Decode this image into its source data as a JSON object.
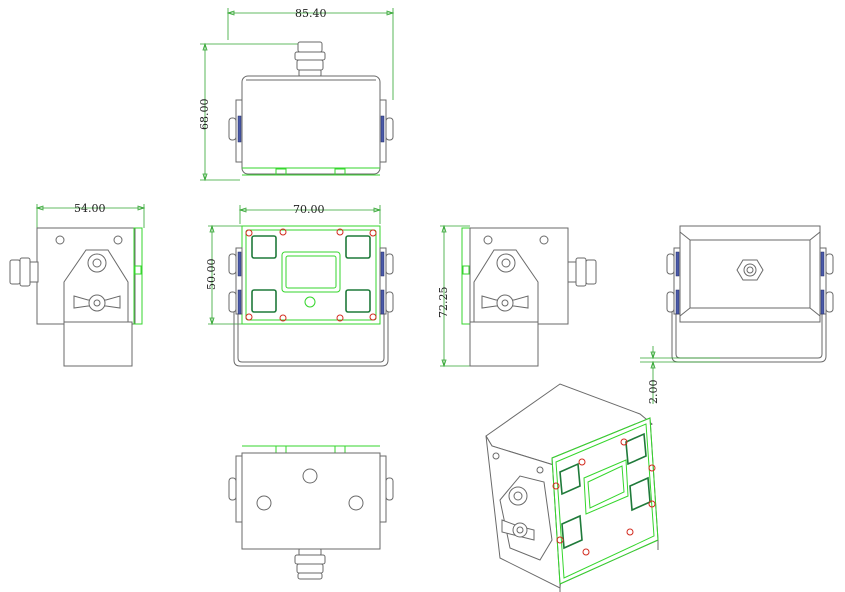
{
  "drawing": {
    "line_color": "#6a6a6a",
    "accent_green": "#35d62c",
    "dimension_green": "#2fa52f",
    "screw_red": "#d22a1e",
    "tape_blue": "#4a5aa8",
    "dimensions": {
      "top_width": "85.40",
      "top_height": "68.00",
      "side_width": "54.00",
      "front_width": "70.00",
      "front_height": "50.00",
      "side_height": "72.25",
      "back_offset": "2.00"
    }
  }
}
